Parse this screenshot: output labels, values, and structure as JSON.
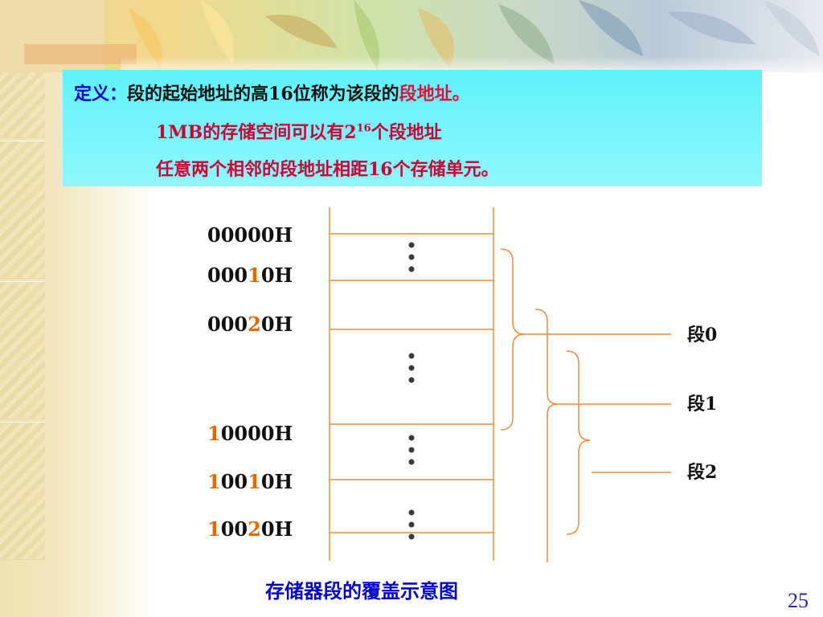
{
  "definition": {
    "label": "定义：",
    "line1_main": "段的起始地址的高16位称为该段的",
    "line1_term": "段地址",
    "line1_end": "。",
    "line2_pre": "1MB的存储空间可以有2",
    "line2_sup": "16",
    "line2_post": "个段地址",
    "line3": "任意两个相邻的段地址相距16个存储单元。"
  },
  "addresses": [
    {
      "parts": [
        {
          "t": "00000H",
          "hl": false
        }
      ]
    },
    {
      "parts": [
        {
          "t": "000",
          "hl": false
        },
        {
          "t": "1",
          "hl": true
        },
        {
          "t": "0H",
          "hl": false
        }
      ]
    },
    {
      "parts": [
        {
          "t": "000",
          "hl": false
        },
        {
          "t": "2",
          "hl": true
        },
        {
          "t": "0H",
          "hl": false
        }
      ]
    },
    {
      "parts": [
        {
          "t": "1",
          "hl": true
        },
        {
          "t": "0000H",
          "hl": false
        }
      ]
    },
    {
      "parts": [
        {
          "t": "1",
          "hl": true
        },
        {
          "t": "00",
          "hl": false
        },
        {
          "t": "1",
          "hl": true
        },
        {
          "t": "0H",
          "hl": false
        }
      ]
    },
    {
      "parts": [
        {
          "t": "1",
          "hl": true
        },
        {
          "t": "00",
          "hl": false
        },
        {
          "t": "2",
          "hl": true
        },
        {
          "t": "0H",
          "hl": false
        }
      ]
    }
  ],
  "segments": [
    "段0",
    "段1",
    "段2"
  ],
  "caption": "存储器段的覆盖示意图",
  "page_number": "25",
  "colors": {
    "line_orange": "#f08a3a",
    "highlight_orange": "#e06a00",
    "caption_blue": "#0000cc",
    "defbox_cyan": "#6ff4fb",
    "dots_dark": "#3a3a3a"
  }
}
